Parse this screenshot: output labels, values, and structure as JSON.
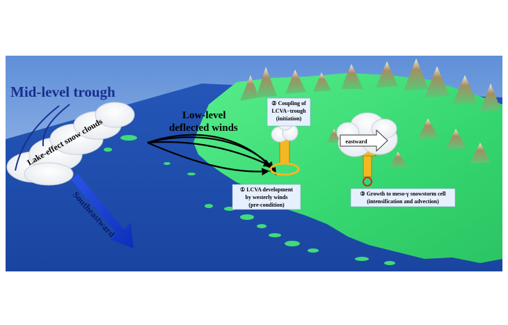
{
  "labels": {
    "mid_level_trough": "Mid-level trough",
    "lake_effect_clouds": "Lake-effect snow clouds",
    "low_level_winds_line1": "Low-level",
    "low_level_winds_line2": "deflected winds",
    "southeastward": "Southeastward",
    "eastward": "eastward"
  },
  "annotations": {
    "coupling": {
      "line1": "② Coupling of",
      "line2": "LCVA−trough",
      "line3": "(initiation)"
    },
    "lcva_development": {
      "line1": "① LCVA development",
      "line2": "by westerly winds",
      "line3": "(pre-condition)"
    },
    "growth": {
      "line1": "③ Growth to meso-γ snowstorm cell",
      "line2": "(intensification and advection)"
    }
  },
  "colors": {
    "sky_top": "#5f8fd8",
    "sky_bottom": "#b9d2f2",
    "sea": "#1c4fb0",
    "land": "#3ee07a",
    "mountain": "#a89a6a",
    "trough_text": "#1a2f8f",
    "arrow_blue": "#1e3fd6",
    "updraft": "#f2b824",
    "label_bg": "#e6f0ff"
  }
}
